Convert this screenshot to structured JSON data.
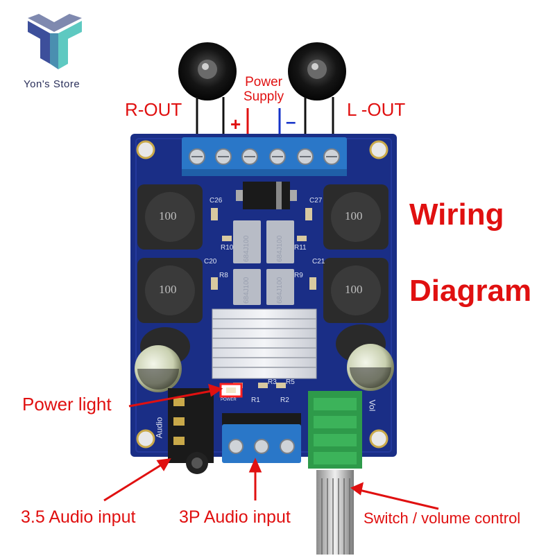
{
  "brand": {
    "store_name": "Yon's Store",
    "logo_colors": [
      "#3d4f9b",
      "#5ec9c1"
    ]
  },
  "labels": {
    "r_out": "R-OUT",
    "l_out": "L -OUT",
    "power_supply_line1": "Power",
    "power_supply_line2": "Supply",
    "plus": "+",
    "minus": "–",
    "title_line1": "Wiring",
    "title_line2": "Diagram",
    "power_light": "Power light",
    "audio_35": "3.5 Audio input",
    "audio_3p": "3P Audio input",
    "switch_volume": "Switch / volume control"
  },
  "board": {
    "inductor_marking": "100",
    "silkscreen": [
      "C26",
      "C27",
      "C20",
      "C21",
      "R10",
      "R11",
      "R8",
      "R9",
      "R1",
      "R2",
      "R3",
      "R5",
      "Vol",
      "Audio",
      "POWER"
    ],
    "resistor_marking": "684J100"
  },
  "colors": {
    "label_red": "#e01010",
    "minus_blue": "#1633c8",
    "pcb_blue": "#1a2e86",
    "terminal_blue": "#2a77c8",
    "potentiometer_green": "#2e9a4a"
  }
}
